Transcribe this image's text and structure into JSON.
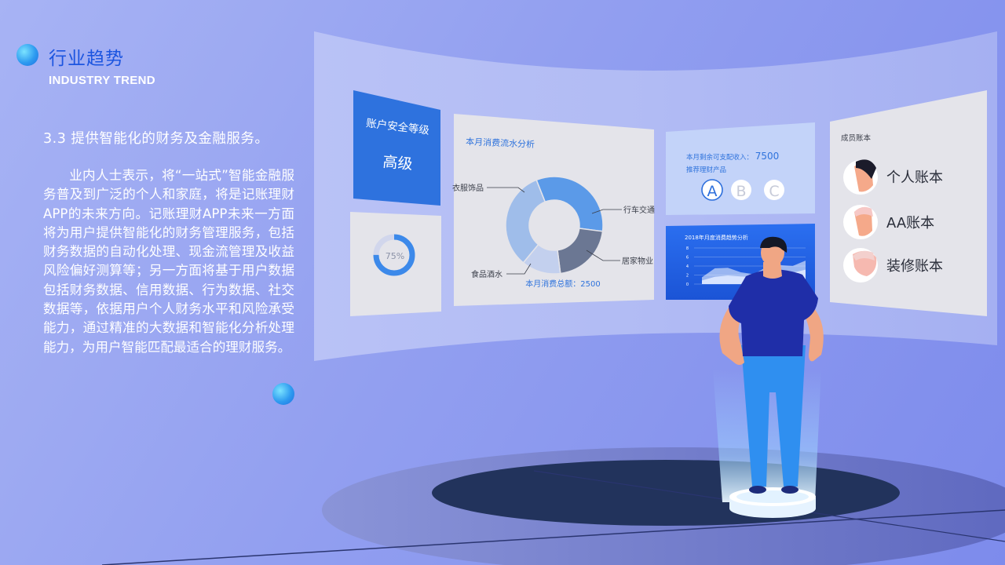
{
  "header": {
    "title_cn": "行业趋势",
    "title_en": "INDUSTRY TREND"
  },
  "section": {
    "heading": "3.3 提供智能化的财务及金融服务。",
    "body": "业内人士表示，将“一站式”智能金融服务普及到广泛的个人和家庭，将是记账理财APP的未来方向。记账理财APP未来一方面将为用户提供智能化的财务管理服务，包括财务数据的自动化处理、现金流管理及收益风险偏好测算等；另一方面将基于用户数据包括财务数据、信用数据、行为数据、社交数据等，依据用户个人财务水平和风险承受能力，通过精准的大数据和智能化分析处理能力，为用户智能匹配最适合的理财服务。"
  },
  "security_panel": {
    "label": "账户安全等级",
    "level": "高级"
  },
  "progress_panel": {
    "value_label": "75%",
    "percent": 75
  },
  "flow_panel": {
    "title": "本月消费流水分析",
    "total_label": "本月消费总额：2500",
    "chart_data": {
      "type": "pie",
      "categories": [
        "衣服饰品",
        "行车交通",
        "居家物业",
        "食品酒水"
      ],
      "values": [
        33,
        21,
        13,
        33
      ]
    }
  },
  "income_panel": {
    "disposable_label": "本月剩余可支配收入：",
    "disposable_value": "7500",
    "recommend_label": "推荐理财产品",
    "options": [
      "A",
      "B",
      "C"
    ]
  },
  "trend_panel": {
    "title": "2018年月度消费趋势分析",
    "chart_data": {
      "type": "area",
      "yticks": [
        "8",
        "6",
        "4",
        "2",
        "0"
      ],
      "series": [
        {
          "values": [
            1.5,
            3.5,
            3.6,
            2.6,
            2.2,
            3.8,
            4.2,
            4.0,
            5.2
          ]
        },
        {
          "values": [
            0.8,
            1.6,
            1.9,
            1.7,
            1.6,
            2.6,
            3.0,
            2.5,
            3.2
          ]
        }
      ]
    }
  },
  "members_panel": {
    "title": "成员账本",
    "items": [
      "个人账本",
      "AA账本",
      "装修账本"
    ]
  },
  "colors": {
    "accent_blue": "#2d6fdc",
    "panel_grey": "#e4e4ea",
    "figure_shirt": "#1f2ea8",
    "figure_pants": "#2f8ff0"
  }
}
